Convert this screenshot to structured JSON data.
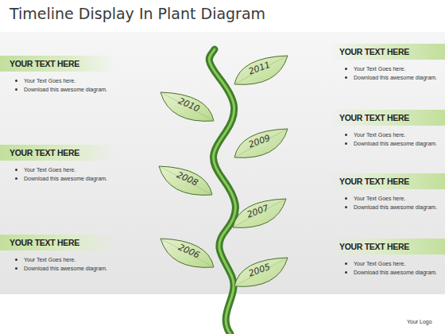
{
  "diagram": {
    "title": "Timeline Display In Plant Diagram",
    "nodes": [
      {
        "text": [
          "YOUR TEXT HERE",
          "Your Text Goes here.",
          "Download this awesome diagram."
        ]
      },
      {
        "text": [
          "YOUR TEXT HERE",
          "Your Text Goes here.",
          "Download this awesome diagram."
        ]
      },
      {
        "text": [
          "YOUR TEXT HERE",
          "Your Text Goes here.",
          "Download this awesome diagram."
        ]
      },
      {
        "text": [
          "2011"
        ]
      },
      {
        "text": [
          "2010"
        ]
      },
      {
        "text": [
          "2009"
        ]
      },
      {
        "text": [
          "2008"
        ]
      },
      {
        "text": [
          "2007"
        ]
      },
      {
        "text": [
          "2006"
        ]
      },
      {
        "text": [
          "2005"
        ]
      },
      {
        "text": [
          "YOUR TEXT HERE",
          "Your Text Goes here.",
          "Download this awesome diagram."
        ]
      },
      {
        "text": [
          "YOUR TEXT HERE",
          "Your Text Goes here.",
          "Download this awesome diagram."
        ]
      },
      {
        "text": [
          "YOUR TEXT HERE",
          "Your Text Goes here.",
          "Download this awesome diagram."
        ]
      },
      {
        "text": [
          "YOUR TEXT HERE",
          "Your Text Goes here.",
          "Download this awesome diagram."
        ]
      }
    ],
    "edges": [],
    "labels": [
      "Your Logo"
    ]
  }
}
